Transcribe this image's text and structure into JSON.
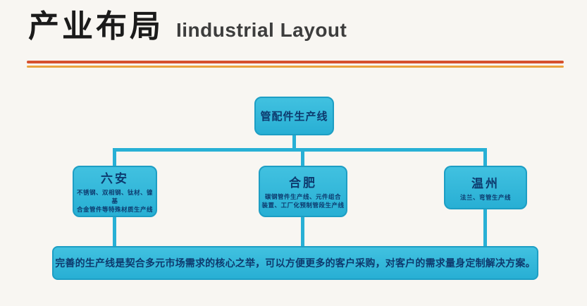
{
  "title": {
    "zh": "产业布局",
    "en": "Iindustrial Layout"
  },
  "colors": {
    "background": "#f8f6f2",
    "box_fill": "#2fb7da",
    "box_border": "#1d9ec4",
    "box_text": "#0d3a6e",
    "connector": "#28b0d5",
    "divider_top": "#d6502e",
    "divider_bottom": "#e9a43e",
    "title_zh": "#1b1b1b",
    "title_en": "#3d3d3d"
  },
  "diagram": {
    "root": {
      "label": "管配件生产线"
    },
    "children": [
      {
        "label": "六安",
        "desc": "不锈钢、双相钢、钛材、镍基\n合金管件等特殊材质生产线"
      },
      {
        "label": "合肥",
        "desc": "碳钢管件生产线、元件组合\n装置、工厂化预制管段生产线"
      },
      {
        "label": "温州",
        "desc": "法兰、弯管生产线"
      }
    ],
    "footer": "完善的生产线是契合多元市场需求的核心之举，可以方便更多的客户采购，对客户的需求量身定制解决方案。"
  }
}
